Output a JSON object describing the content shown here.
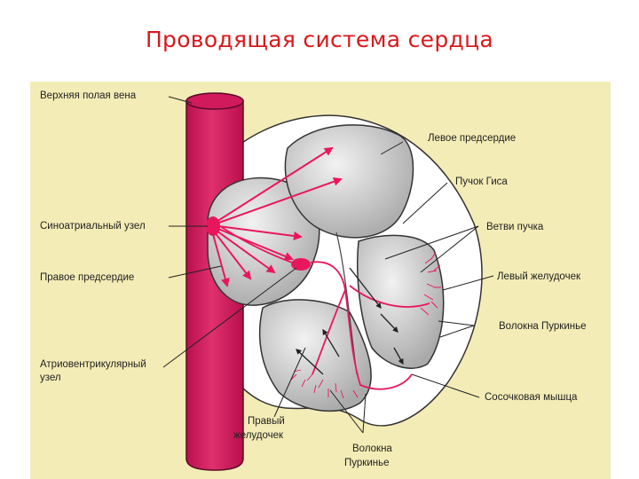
{
  "title": "Проводящая система сердца",
  "labels": {
    "superior_vena_cava": "Верхняя полая вена",
    "sa_node": "Синоатриальный узел",
    "right_atrium": "Правое предсердие",
    "av_node_line1": "Атриовентрикулярный",
    "av_node_line2": "узел",
    "left_atrium": "Левое предсердие",
    "bundle_of_his": "Пучок Гиса",
    "bundle_branches": "Ветви пучка",
    "left_ventricle": "Левый желудочек",
    "purkinje_fibers_right": "Волокна Пуркинье",
    "papillary_muscle": "Сосочковая мышца",
    "right_ventricle_line1": "Правый",
    "right_ventricle_line2": "желудочек",
    "purkinje_fibers_bottom_line1": "Волокна",
    "purkinje_fibers_bottom_line2": "Пуркинье"
  },
  "colors": {
    "title": "#d7191c",
    "vessel": "#d11a5c",
    "conduction": "#e8175d",
    "panel": "#f4ecb6",
    "chamber": "#cfcfcf"
  }
}
